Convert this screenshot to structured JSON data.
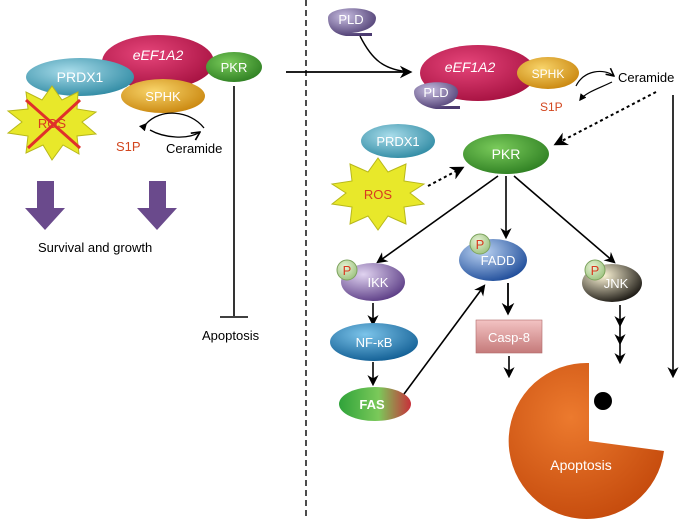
{
  "left_panel": {
    "eef1a2": "eEF1A2",
    "prdx1": "PRDX1",
    "pkr": "PKR",
    "sphk": "SPHK",
    "ros": "ROS",
    "s1p": "S1P",
    "ceramide": "Ceramide",
    "survival": "Survival and growth",
    "apoptosis": "Apoptosis"
  },
  "right_panel": {
    "pld_top": "PLD",
    "eef1a2": "eEF1A2",
    "sphk": "SPHK",
    "pld_complex": "PLD",
    "s1p": "S1P",
    "ceramide": "Ceramide",
    "prdx1": "PRDX1",
    "pkr": "PKR",
    "ros": "ROS",
    "ikk": "IKK",
    "fadd": "FADD",
    "jnk": "JNK",
    "phospho": "P",
    "nfkb": "NF-κB",
    "casp8": "Casp-8",
    "fas": "FAS",
    "apoptosis": "Apoptosis"
  },
  "colors": {
    "eef1a2": "#c0134a",
    "prdx1": "#4fa3b8",
    "pkr": "#3f9a2f",
    "sphk": "#e2a51a",
    "ros": "#e6e62a",
    "ros_text": "#e03020",
    "pld": "#6b5a8c",
    "ikk": "#7a5aa0",
    "fadd": "#3a6ab8",
    "jnk": "#3a3226",
    "nfkb": "#1f7fb8",
    "casp8": "#d98b8b",
    "fas_green": "#3ea53a",
    "fas_red": "#c0303a",
    "apoptosis_pacman": "#d9540f",
    "arrow_purple": "#6a4a8c",
    "s1p_text": "#d2461e"
  }
}
